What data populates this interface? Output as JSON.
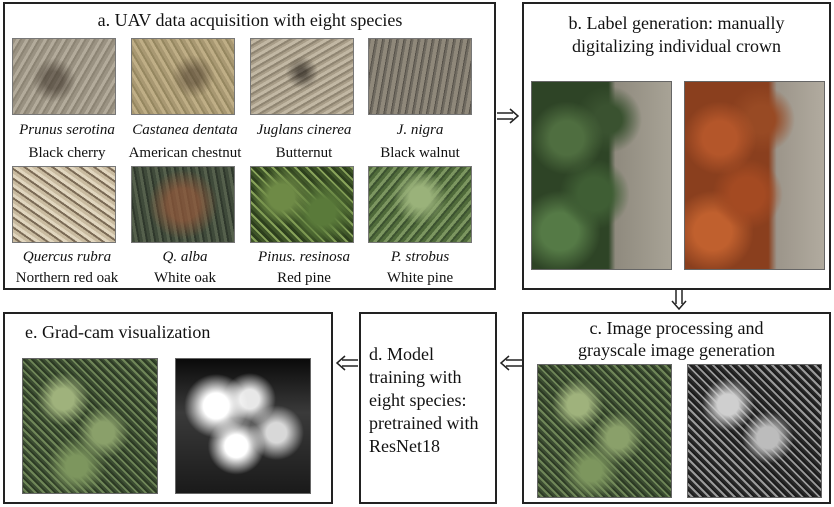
{
  "panels": {
    "a": {
      "title": "a.   UAV data acquisition with eight species",
      "species": [
        {
          "scientific": "Prunus serotina",
          "common": "Black cherry"
        },
        {
          "scientific": "Castanea dentata",
          "common": "American chestnut"
        },
        {
          "scientific": "Juglans cinerea",
          "common": "Butternut"
        },
        {
          "scientific": "J. nigra",
          "common": "Black walnut"
        },
        {
          "scientific": "Quercus rubra",
          "common": "Northern red oak"
        },
        {
          "scientific": "Q. alba",
          "common": "White oak"
        },
        {
          "scientific": "Pinus. resinosa",
          "common": "Red pine"
        },
        {
          "scientific": "P. strobus",
          "common": "White pine"
        }
      ]
    },
    "b": {
      "title_line1": "b. Label generation: manually",
      "title_line2": "digitalizing individual crown"
    },
    "c": {
      "title_line1": "c. Image processing and",
      "title_line2": "grayscale image generation"
    },
    "d": {
      "lines": [
        "d. Model",
        "training with",
        "eight species:",
        "pretrained with",
        "ResNet18"
      ]
    },
    "e": {
      "title": "e. Grad-cam visualization"
    }
  },
  "arrows": {
    "glyph": "⟹"
  }
}
